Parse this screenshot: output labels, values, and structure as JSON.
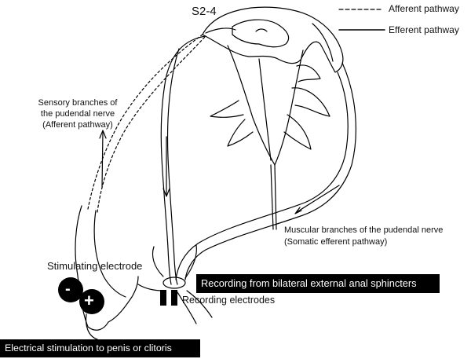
{
  "level_label": "S2-4",
  "legend": {
    "afferent": "Afferent pathway",
    "efferent": "Efferent pathway"
  },
  "sensory_label": {
    "line1": "Sensory branches of",
    "line2": "the pudendal nerve",
    "line3": "(Afferent pathway)"
  },
  "muscular_label": {
    "line1": "Muscular branches of the pudendal nerve",
    "line2": "(Somatic efferent pathway)"
  },
  "stimulating_electrode": "Stimulating electrode",
  "minus_sign": "-",
  "plus_sign": "+",
  "recording_electrodes": "Recording electrodes",
  "recording_box": "Recording from bilateral external anal sphincters",
  "stimulation_box": "Electrical stimulation to penis or clitoris",
  "colors": {
    "ink": "#000000",
    "background": "#ffffff",
    "box_text": "#ffffff"
  }
}
